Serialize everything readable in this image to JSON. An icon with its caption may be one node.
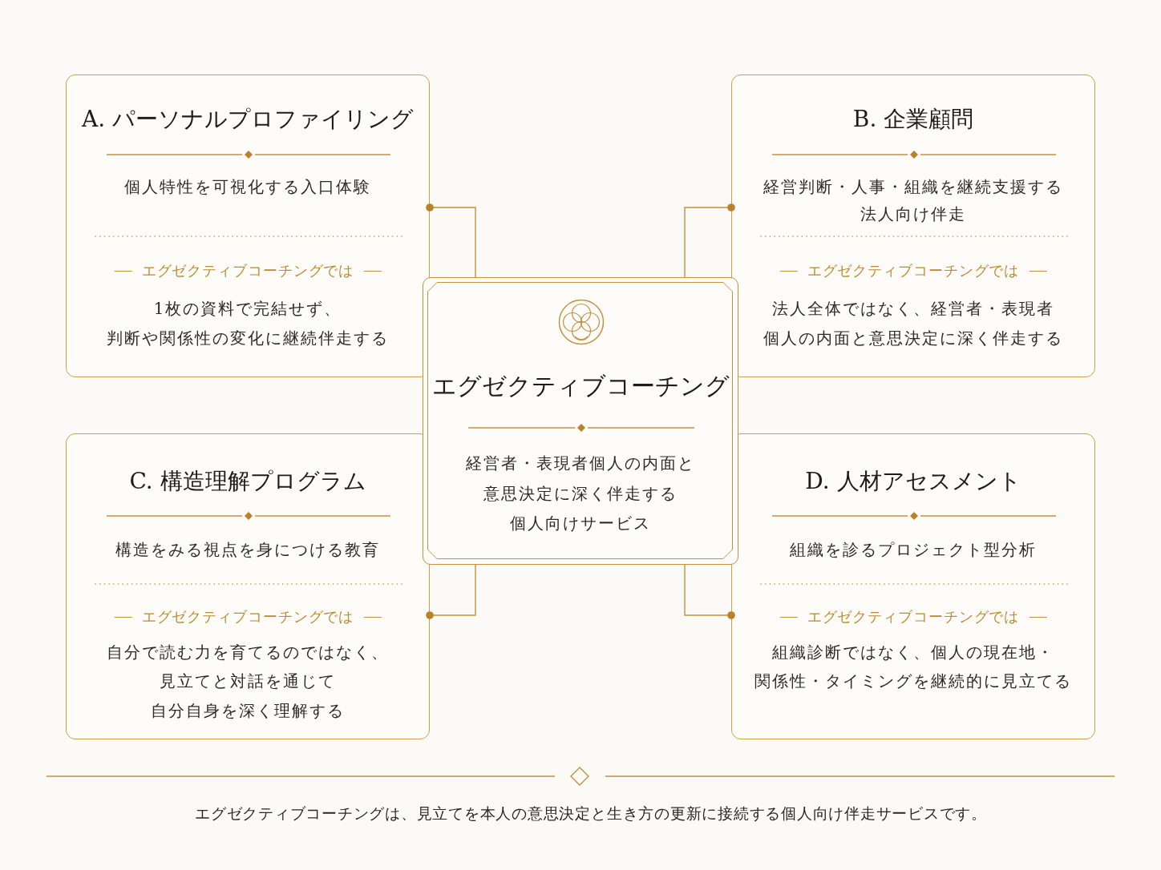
{
  "diagram": {
    "nodes": [
      {
        "text": [
          "A. パーソナルプロファイリング",
          "個人特性を可視化する入口体験",
          "エグゼクティブコーチングでは",
          "1枚の資料で完結せず、判断や関係性の変化に継続伴走する"
        ]
      },
      {
        "text": [
          "B. 企業顧問",
          "経営判断・人事・組織を継続支援する法人向け伴走",
          "エグゼクティブコーチングでは",
          "法人全体ではなく、経営者・表現者個人の内面と意思決定に深く伴走する"
        ]
      },
      {
        "text": [
          "エグゼクティブコーチング",
          "経営者・表現者個人の内面と意思決定に深く伴走する個人向けサービス"
        ]
      },
      {
        "text": [
          "C. 構造理解プログラム",
          "構造をみる視点を身につける教育",
          "エグゼクティブコーチングでは",
          "自分で読む力を育てるのではなく、見立てと対話を通じて自分自身を深く理解する"
        ]
      },
      {
        "text": [
          "D. 人材アセスメント",
          "組織を診るプロジェクト型分析",
          "エグゼクティブコーチングでは",
          "組織診断ではなく、個人の現在地・関係性・タイミングを継続的に見立てる"
        ]
      }
    ],
    "edges": [
      {
        "from": 0,
        "to": 2,
        "arrow": "other"
      },
      {
        "from": 1,
        "to": 2,
        "arrow": "other"
      },
      {
        "from": 3,
        "to": 2,
        "arrow": "other"
      },
      {
        "from": 4,
        "to": 2,
        "arrow": "other"
      }
    ],
    "caption": "エグゼクティブコーチングは、見立てを本人の意思決定と生き方の更新に接続する個人向け伴走サービスです。"
  }
}
